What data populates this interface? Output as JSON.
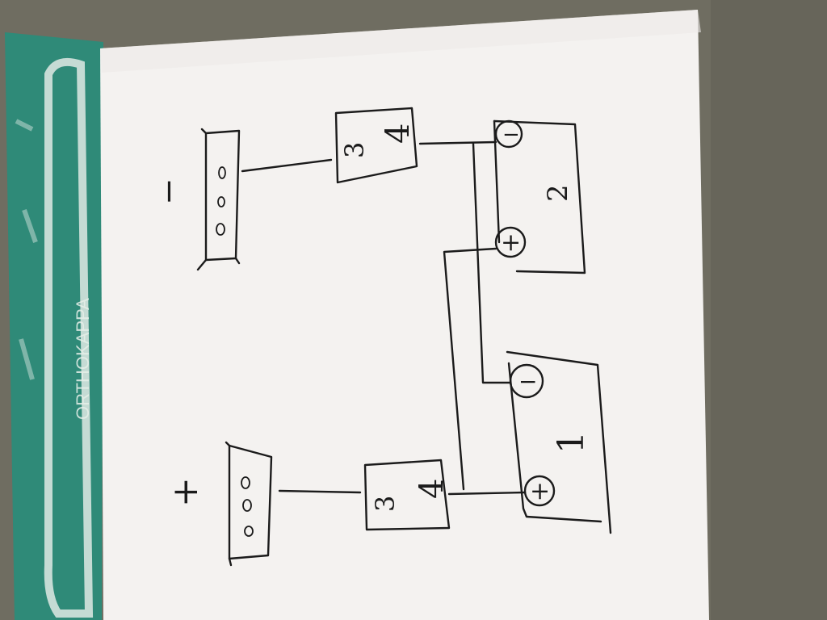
{
  "background_color": "#6f6d61",
  "paper_color": "#f4f2f0",
  "cover_color": "#2f8a78",
  "cover_text": "ORTHOKAPPA",
  "ink_color": "#1b1b1b",
  "polarity": {
    "negative_symbol": "−",
    "positive_symbol": "+"
  },
  "components": {
    "connector_top": {
      "label": "4",
      "subscript": "3"
    },
    "connector_bottom": {
      "label": "4",
      "subscript": "3"
    },
    "battery_2": {
      "number": "2",
      "negative_terminal": "−",
      "positive_terminal": "+"
    },
    "battery_1": {
      "number": "1",
      "negative_terminal": "−",
      "positive_terminal": "+"
    }
  }
}
